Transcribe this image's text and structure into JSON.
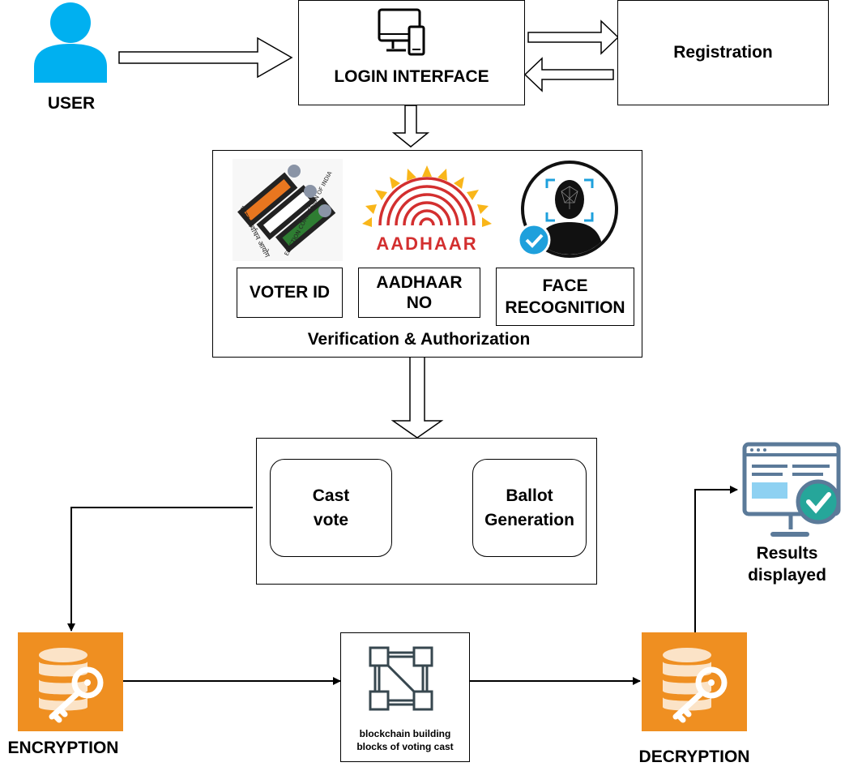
{
  "user": {
    "label": "USER"
  },
  "login": {
    "label": "LOGIN INTERFACE"
  },
  "registration": {
    "label": "Registration"
  },
  "verification": {
    "caption": "Verification & Authorization",
    "voter_id": "VOTER ID",
    "aadhaar_no": "AADHAAR\nNO",
    "face": "FACE\nRECOGNITION",
    "aadhaar_logo_text": "AADHAAR",
    "eci_text": "ELECTION COMMISSION OF INDIA",
    "eci_hindi": "भारत निर्वाचन आयोग"
  },
  "voting": {
    "cast_vote": "Cast\nvote",
    "ballot": "Ballot\nGeneration"
  },
  "results": {
    "label": "Results\ndisplayed"
  },
  "encryption": {
    "label": "ENCRYPTION"
  },
  "decryption": {
    "label": "DECRYPTION"
  },
  "blockchain": {
    "label": "blockchain building\nblocks of voting cast"
  },
  "colors": {
    "user_blue": "#00b0f0",
    "db_orange": "#ef8f21",
    "check_teal": "#26a69a",
    "monitor_steel": "#5b7a99",
    "aadhaar_red": "#d32f2f",
    "aadhaar_sun": "#f9b61a"
  }
}
